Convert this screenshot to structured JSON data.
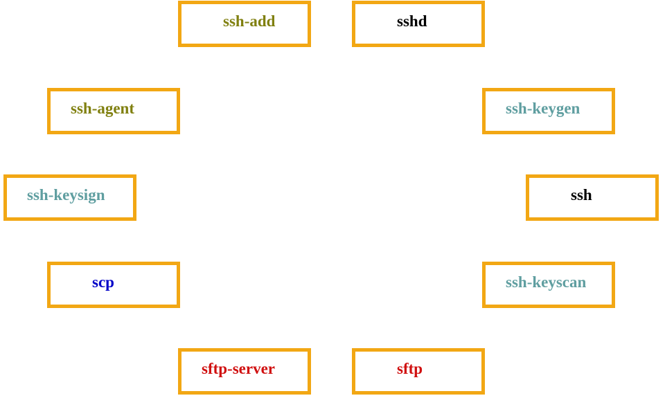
{
  "colors": {
    "box_border": "#f2a714",
    "olive": "#808010",
    "black": "#000000",
    "teal": "#5f9ea0",
    "blue": "#0000c8",
    "red": "#d01010"
  },
  "nodes": [
    {
      "label": "ssh-add",
      "color": "#808010"
    },
    {
      "label": "sshd",
      "color": "#000000"
    },
    {
      "label": "ssh-agent",
      "color": "#808010"
    },
    {
      "label": "ssh-keygen",
      "color": "#5f9ea0"
    },
    {
      "label": "ssh-keysign",
      "color": "#5f9ea0"
    },
    {
      "label": "ssh",
      "color": "#000000"
    },
    {
      "label": "scp",
      "color": "#0000c8"
    },
    {
      "label": "ssh-keyscan",
      "color": "#5f9ea0"
    },
    {
      "label": "sftp-server",
      "color": "#d01010"
    },
    {
      "label": "sftp",
      "color": "#d01010"
    }
  ]
}
